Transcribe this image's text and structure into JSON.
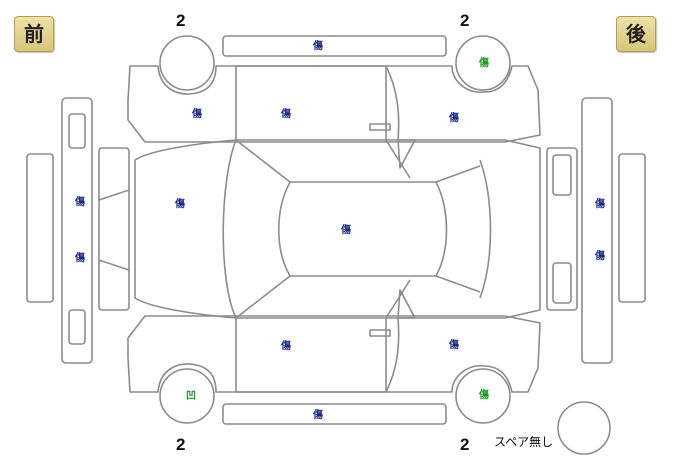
{
  "labels": {
    "front": "前",
    "rear": "後",
    "spare": "スペア無し"
  },
  "tire_counts": {
    "front_left": "2",
    "rear_left": "2",
    "front_right": "2",
    "rear_right": "2"
  },
  "marks": {
    "roof_top": "傷",
    "front_fender_left": "傷",
    "front_door_left": "傷",
    "rear_door_left": "傷",
    "tire_rear_left": "傷",
    "front_bumper_1": "傷",
    "front_bumper_2": "傷",
    "hood": "傷",
    "roof": "傷",
    "rear_bumper_1": "傷",
    "rear_bumper_2": "傷",
    "front_door_right": "傷",
    "rear_door_right": "傷",
    "tire_front_right": "凹",
    "tire_rear_right": "傷",
    "rocker_bottom": "傷"
  },
  "colors": {
    "damage_text": "#1a2a8c",
    "tire_damage_text": "#1a9a1a",
    "outline": "#8c8c8c"
  }
}
